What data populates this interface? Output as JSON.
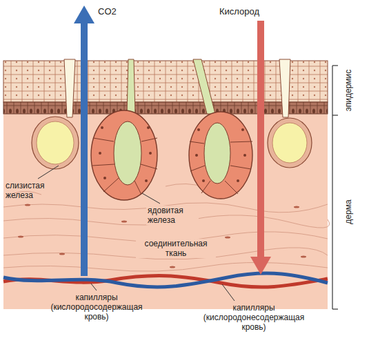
{
  "diagram": {
    "labels": [
      "CO2",
      "Кислород",
      "эпидермис",
      "дерма",
      "слизистая железа",
      "ядовитая железа",
      "соединительная ткань",
      "капилляры (кислородосодержащая кровь)",
      "капилляры (кислородонесодержащая кровь)"
    ]
  }
}
